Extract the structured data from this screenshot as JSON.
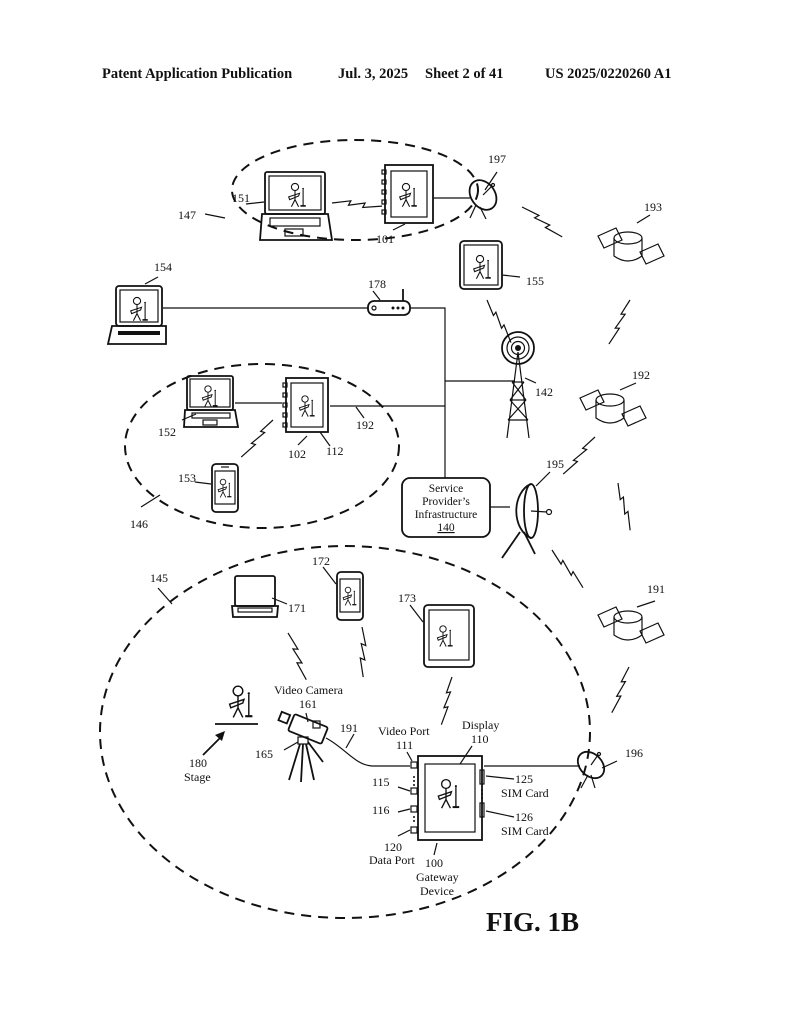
{
  "header": {
    "publication": "Patent Application Publication",
    "date": "Jul. 3, 2025",
    "sheet": "Sheet 2 of 41",
    "number": "US 2025/0220260 A1"
  },
  "figure": {
    "title": "FIG. 1B"
  },
  "groups": {
    "g147": "147",
    "g146": "146",
    "g145": "145"
  },
  "devices": {
    "laptop_151": "151",
    "gateway_101": "101",
    "dish_197": "197",
    "satellite_193": "193",
    "laptop_154": "154",
    "router_178": "178",
    "tablet_155": "155",
    "tower_142": "142",
    "satellite_192": "192",
    "laptop_152": "152",
    "gateway_102": "102",
    "display_112": "112",
    "link_192": "192",
    "phone_153": "153",
    "dish_195": "195",
    "laptop_171": "171",
    "phone_172": "172",
    "tablet_173": "173",
    "satellite_191": "191",
    "cable_191": "191",
    "dish_196": "196",
    "tripod_165": "165"
  },
  "infrastructure": {
    "line1": "Service",
    "line2": "Provider’s",
    "line3": "Infrastructure",
    "ref": "140"
  },
  "stage": {
    "ref": "180",
    "label": "Stage"
  },
  "camera": {
    "label": "Video Camera",
    "ref": "161"
  },
  "gateway_100": {
    "video_port_label": "Video Port",
    "video_port_ref": "111",
    "display_label": "Display",
    "display_ref": "110",
    "port_115": "115",
    "port_116": "116",
    "data_port_ref": "120",
    "data_port_label": "Data Port",
    "device_ref": "100",
    "device_label_1": "Gateway",
    "device_label_2": "Device",
    "sim1_ref": "125",
    "sim1_label": "SIM Card",
    "sim2_ref": "126",
    "sim2_label": "SIM Card"
  }
}
